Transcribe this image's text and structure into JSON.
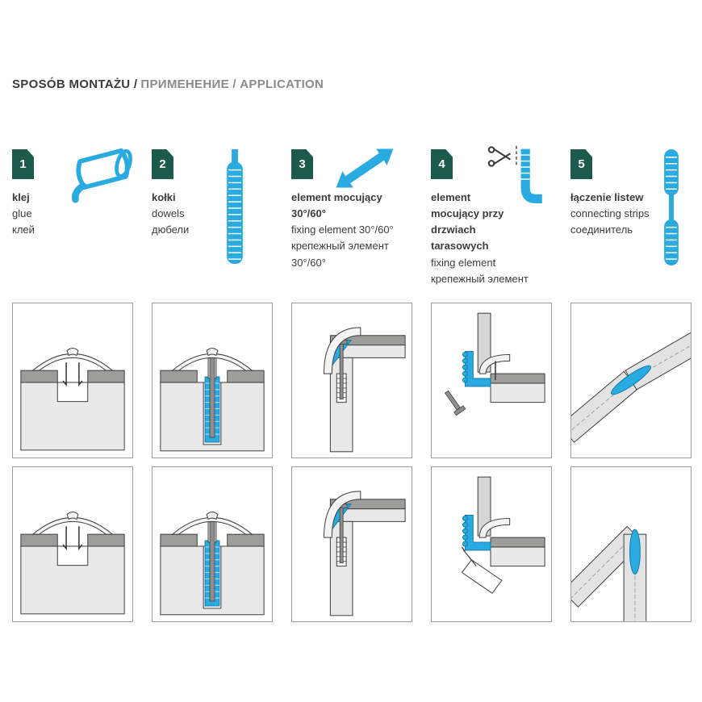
{
  "header": {
    "title_primary": "SPOSÓB MONTAŻU /",
    "title_secondary": "ПРИМЕНЕНИЕ / APPLICATION"
  },
  "colors": {
    "badge_green": "#1d5a4e",
    "accent_blue": "#29abe2",
    "text_dark": "#3c3c3b",
    "text_gray": "#8a8a8a"
  },
  "columns": [
    {
      "number": "1",
      "title": "klej",
      "subtitles": [
        "glue",
        "клей"
      ],
      "icon": "glue-tube-icon"
    },
    {
      "number": "2",
      "title": "kołki",
      "subtitles": [
        "dowels",
        "дюбели"
      ],
      "icon": "dowel-icon"
    },
    {
      "number": "3",
      "title": "element mocujący 30°/60°",
      "subtitles": [
        "fixing element 30°/60°",
        "крепежный элемент 30°/60°"
      ],
      "icon": "fixing-element-icon"
    },
    {
      "number": "4",
      "title": "element mocujący przy drzwiach tarasowych",
      "subtitles": [
        "fixing element",
        "крепежный элемент"
      ],
      "icon": "scissors-cut-profile-icon"
    },
    {
      "number": "5",
      "title": "łączenie listew",
      "subtitles": [
        "connecting strips",
        "соединитель"
      ],
      "icon": "connector-strip-icon"
    }
  ]
}
